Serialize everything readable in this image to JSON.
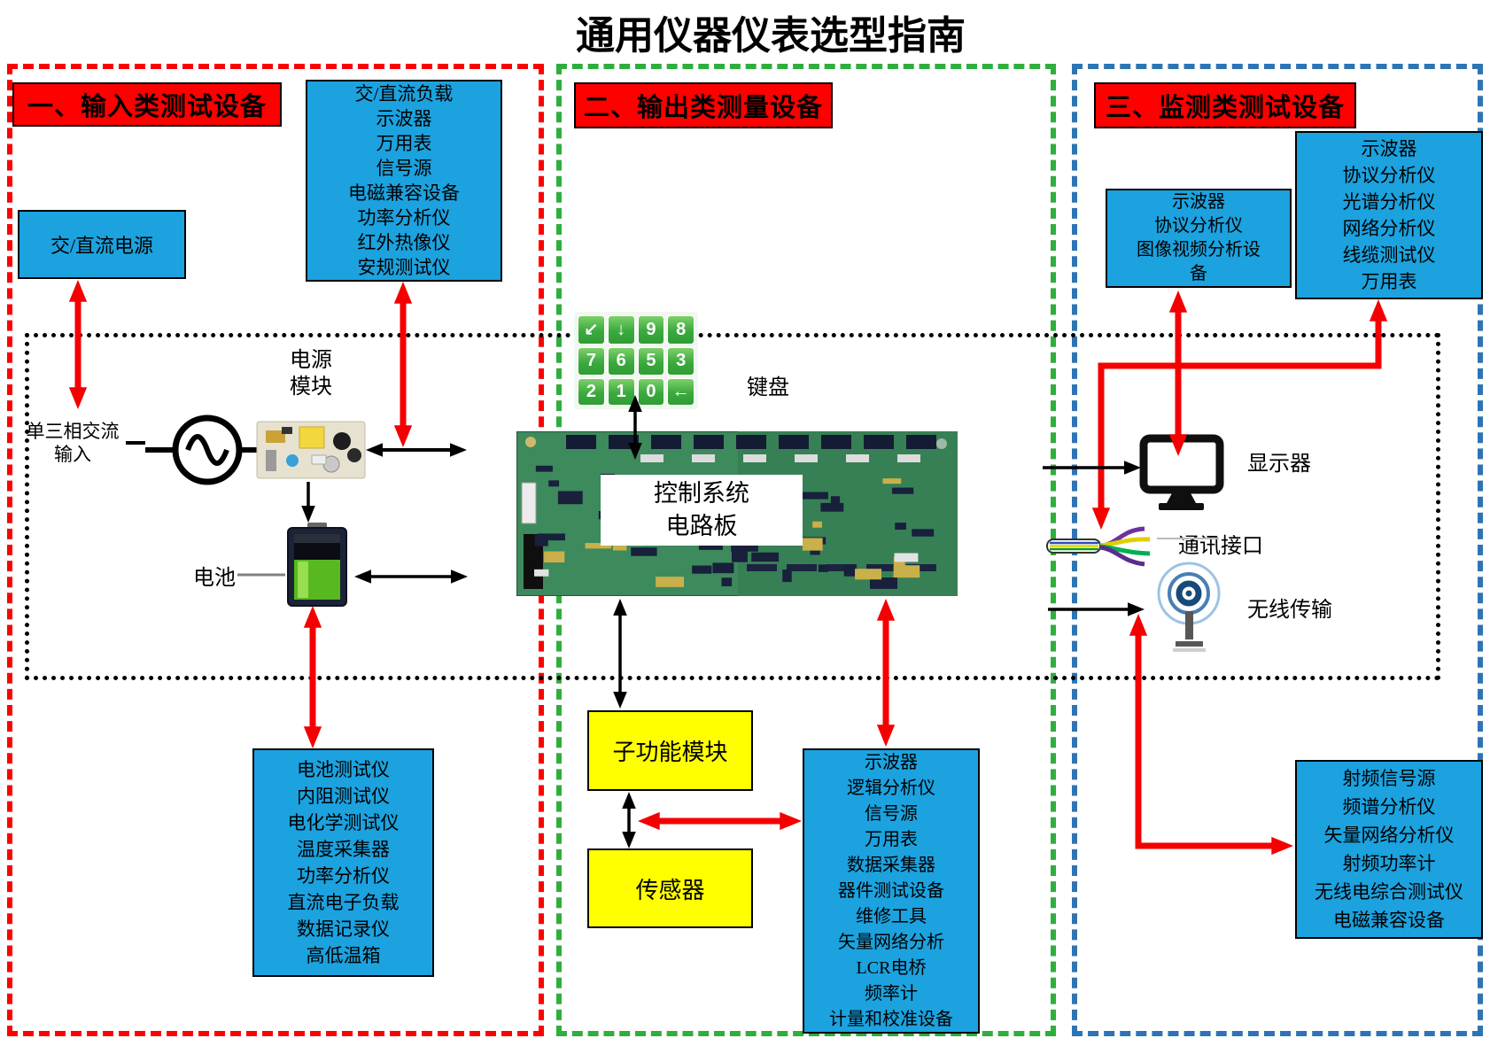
{
  "title": "通用仪器仪表选型指南",
  "sections": {
    "input": {
      "header": "一、输入类测试设备",
      "power_source_box": "交/直流电源",
      "top_equipment": [
        "交/直流负载",
        "示波器",
        "万用表",
        "信号源",
        "电磁兼容设备",
        "功率分析仪",
        "红外热像仪",
        "安规测试仪"
      ],
      "ac_input_label": [
        "单三相交流",
        "输入"
      ],
      "power_module_label": [
        "电源",
        "模块"
      ],
      "battery_label": "电池",
      "battery_equipment": [
        "电池测试仪",
        "内阻测试仪",
        "电化学测试仪",
        "温度采集器",
        "功率分析仪",
        "直流电子负载",
        "数据记录仪",
        "高低温箱"
      ]
    },
    "output": {
      "header": "二、输出类测量设备",
      "keypad_label": "键盘",
      "keypad_keys": [
        "↙",
        "↓",
        "9",
        "8",
        "7",
        "6",
        "5",
        "3",
        "2",
        "1",
        "0",
        "←"
      ],
      "control_board_label": [
        "控制系统",
        "电路板"
      ],
      "sub_module_label": "子功能模块",
      "sensor_label": "传感器",
      "equipment": [
        "示波器",
        "逻辑分析仪",
        "信号源",
        "万用表",
        "数据采集器",
        "器件测试设备",
        "维修工具",
        "矢量网络分析",
        "LCR电桥",
        "频率计",
        "计量和校准设备"
      ]
    },
    "monitor": {
      "header": "三、监测类测试设备",
      "display_equipment": [
        "示波器",
        "协议分析仪",
        "图像视频分析设",
        "备"
      ],
      "comm_equipment": [
        "示波器",
        "协议分析仪",
        "光谱分析仪",
        "网络分析仪",
        "线缆测试仪",
        "万用表"
      ],
      "display_label": "显示器",
      "comm_label": "通讯接口",
      "wireless_label": "无线传输",
      "rf_equipment": [
        "射频信号源",
        "频谱分析仪",
        "矢量网络分析仪",
        "射频功率计",
        "无线电综合测试仪",
        "电磁兼容设备"
      ]
    }
  },
  "colors": {
    "section_input_border": "#ff0000",
    "section_output_border": "#2fae3e",
    "section_monitor_border": "#2e74b5",
    "header_bg": "#ff0000",
    "equipment_box_bg": "#1ba2df",
    "module_box_bg": "#ffff00",
    "key_green": "#3aa93e",
    "arrow_red": "#f40000",
    "arrow_black": "#000000"
  }
}
